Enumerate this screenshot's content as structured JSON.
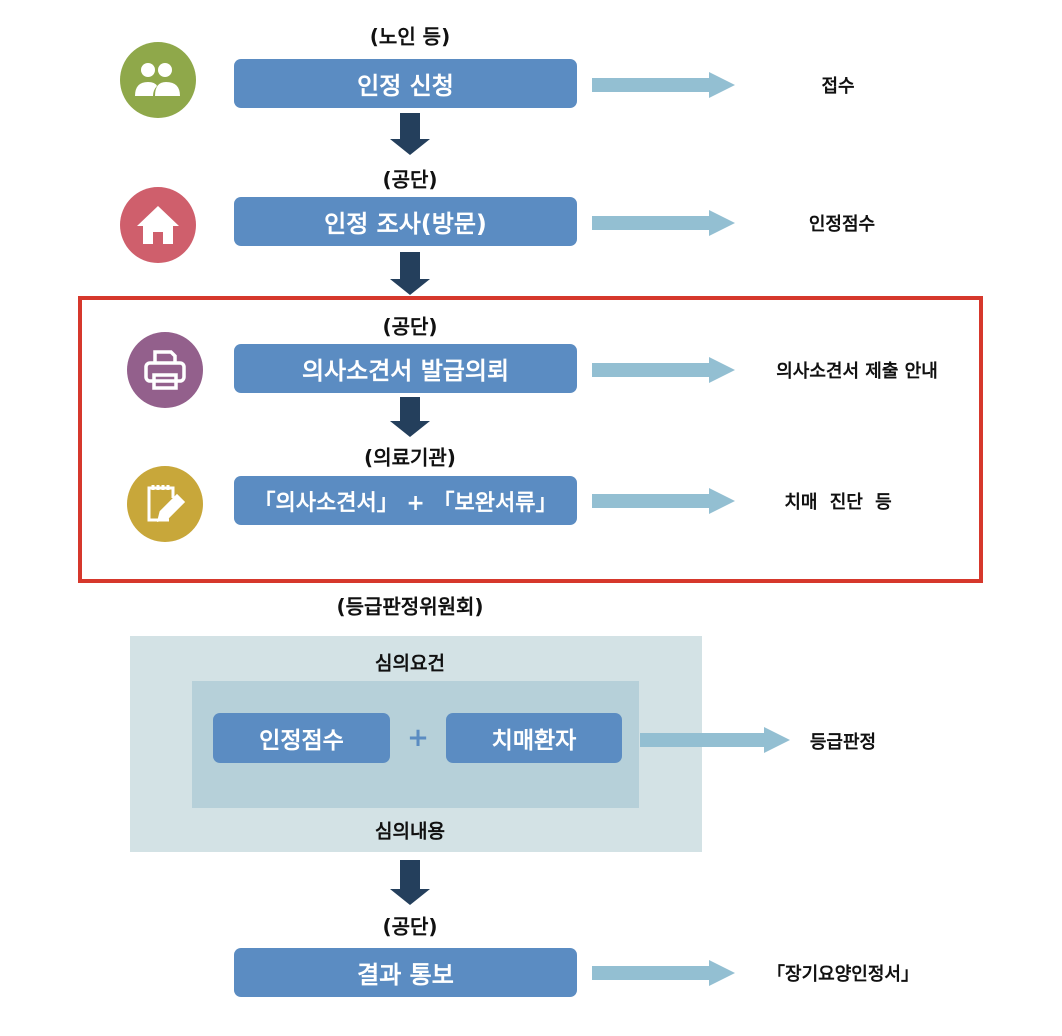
{
  "steps": [
    {
      "actor": "(노인 등)",
      "title": "인정 신청",
      "result": "접수",
      "icon": "people-icon",
      "icon_color": "#8fa84a"
    },
    {
      "actor": "(공단)",
      "title": "인정 조사(방문)",
      "result": "인정점수",
      "icon": "house-icon",
      "icon_color": "#cf5f6c"
    },
    {
      "actor": "(공단)",
      "title": "의사소견서 발급의뢰",
      "result": "의사소견서 제출 안내",
      "icon": "printer-icon",
      "icon_color": "#93608c"
    },
    {
      "actor": "(의료기관)",
      "title": "「의사소견서」 + 「보완서류」",
      "result": "치매 진단 등",
      "icon": "notepad-pencil-icon",
      "icon_color": "#c8a73a"
    }
  ],
  "committee": {
    "actor": "(등급판정위원회)",
    "requirements_label": "심의요건",
    "item1": "인정점수",
    "plus": "+",
    "item2": "치매환자",
    "content_label": "심의내용",
    "result": "등급판정"
  },
  "final": {
    "actor": "(공단)",
    "title": "결과 통보",
    "result": "「장기요양인정서」"
  },
  "colors": {
    "box": "#5b8cc2",
    "highlight_border": "#d6382c",
    "arrow_right": "#93bfd2",
    "arrow_down": "#243f5c"
  }
}
